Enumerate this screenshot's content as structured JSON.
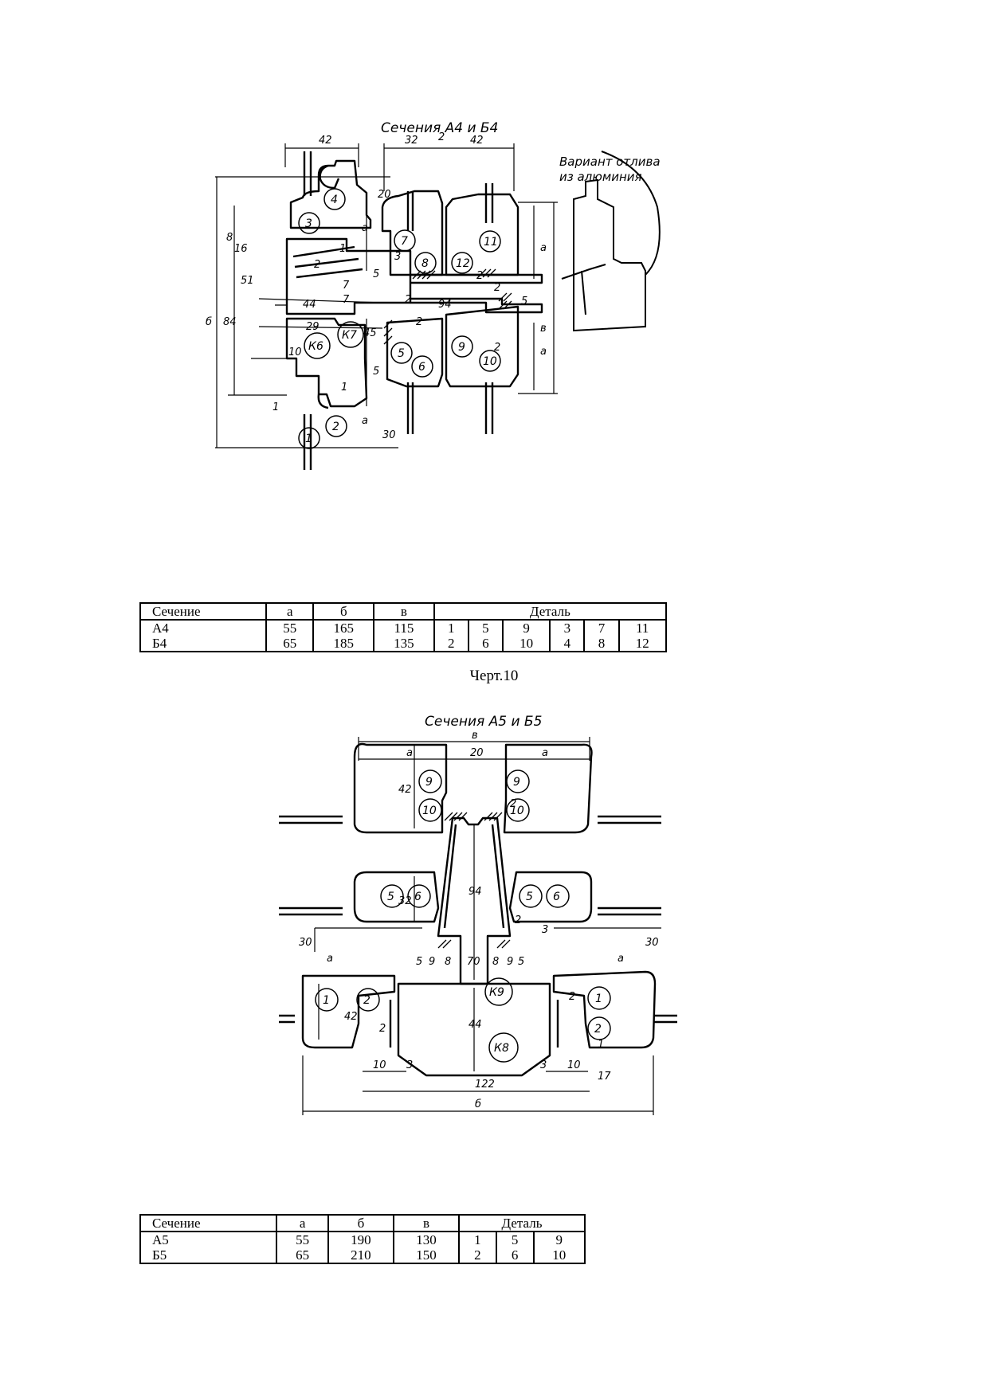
{
  "figure1": {
    "title": "Сечения А4 и Б4",
    "variant_note": [
      "Вариант отлива",
      "из алюминия"
    ],
    "dims": [
      "42",
      "32",
      "2",
      "42",
      "20",
      "а",
      "8",
      "16",
      "51",
      "2",
      "7",
      "7",
      "44",
      "94",
      "45",
      "84",
      "б",
      "в",
      "29",
      "10",
      "а",
      "30",
      "1",
      "1",
      "1",
      "2",
      "2",
      "3",
      "5",
      "5",
      "2",
      "2",
      "2",
      "а",
      "а",
      "5"
    ],
    "parts": [
      "1",
      "2",
      "3",
      "4",
      "5",
      "6",
      "7",
      "8",
      "9",
      "10",
      "11",
      "12",
      "К6",
      "К7"
    ]
  },
  "table1": {
    "header": [
      "Сечение",
      "а",
      "б",
      "в",
      "Деталь"
    ],
    "rows": [
      [
        "А4",
        "55",
        "165",
        "115",
        "1",
        "5",
        "9",
        "3",
        "7",
        "11"
      ],
      [
        "Б4",
        "65",
        "185",
        "135",
        "2",
        "6",
        "10",
        "4",
        "8",
        "12"
      ]
    ]
  },
  "caption": "Черт.10",
  "figure2": {
    "title": "Сечения А5 и Б5",
    "dims": [
      "в",
      "а",
      "20",
      "а",
      "42",
      "2",
      "94",
      "32",
      "2",
      "3",
      "30",
      "30",
      "а",
      "а",
      "5",
      "9",
      "8",
      "70",
      "8",
      "9",
      "5",
      "42",
      "2",
      "44",
      "10",
      "3",
      "3",
      "10",
      "17",
      "122",
      "б",
      "1",
      "2"
    ],
    "parts": [
      "9",
      "10",
      "9",
      "10",
      "5",
      "6",
      "5",
      "6",
      "1",
      "2",
      "1",
      "2",
      "К9",
      "К8"
    ]
  },
  "table2": {
    "header": [
      "Сечение",
      "а",
      "б",
      "в",
      "Деталь"
    ],
    "rows": [
      [
        "А5",
        "55",
        "190",
        "130",
        "1",
        "5",
        "9"
      ],
      [
        "Б5",
        "65",
        "210",
        "150",
        "2",
        "6",
        "10"
      ]
    ]
  }
}
